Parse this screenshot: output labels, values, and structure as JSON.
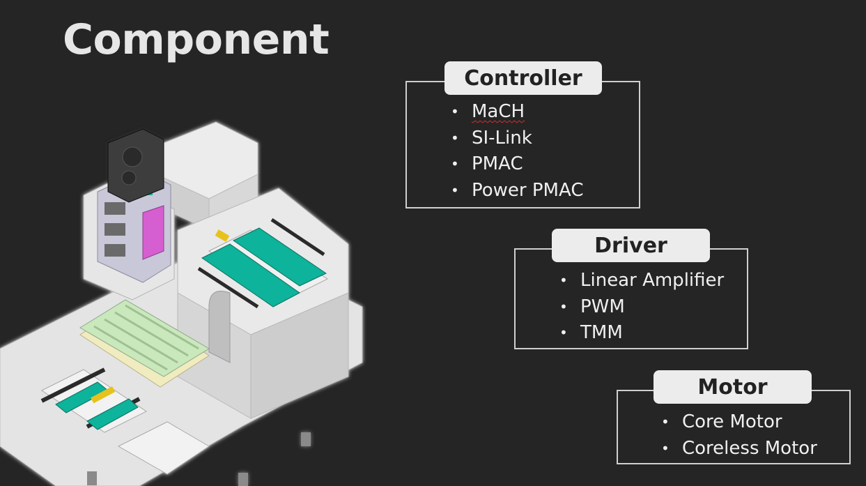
{
  "title": "Component",
  "sections": {
    "controller": {
      "label": "Controller",
      "items": [
        "MaCH",
        "SI-Link",
        "PMAC",
        "Power PMAC"
      ]
    },
    "driver": {
      "label": "Driver",
      "items": [
        "Linear Amplifier",
        "PWM",
        "TMM"
      ]
    },
    "motor": {
      "label": "Motor",
      "items": [
        "Core Motor",
        "Coreless Motor"
      ]
    }
  },
  "bullet": "•",
  "colors": {
    "background": "#252525",
    "label_bg": "#ececec",
    "rail_green": "#11b39a",
    "table_green": "#c9e8bc",
    "magenta": "#d55fd0",
    "yellow": "#e7c21f"
  },
  "icons": {
    "illustration": "cnc-machine-illustration"
  }
}
